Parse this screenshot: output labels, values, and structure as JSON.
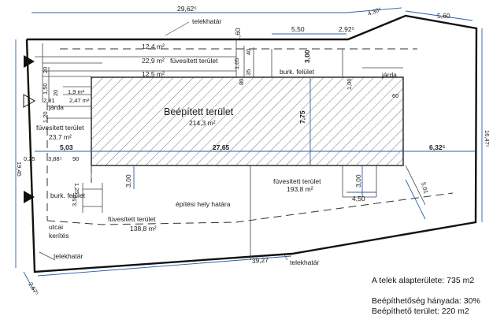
{
  "plan": {
    "dimensions": {
      "top_total": "29,62⁵",
      "top_corner": "4,30⁶",
      "top_right": "5,60",
      "top_mid_1": "5,50",
      "top_mid_2": "2,92⁵",
      "right_side": "16,47⁵",
      "left_side": "19,45",
      "bottom_total": "39,27",
      "bottom_left_corner": "2,67⁵",
      "d_1_60": "1,60",
      "d_1_40": "40",
      "d_1_05": "1,05",
      "d_35": "35",
      "d_80": "80",
      "d_3_00_top": "3,00",
      "d_1_00_top": "1,00",
      "d_60_right": "60",
      "d_7_75": "7,75",
      "d_1_50": "1,50",
      "d_20a": "20",
      "d_20b": "20",
      "d_2_81": "2,81",
      "d_1_20": "1,20",
      "d_5_03": "5,03",
      "d_27_65": "27,65",
      "d_6_32": "6,32⁵",
      "d_0_25": "0,25",
      "d_3_88": "3,88⁵",
      "d_90": "90",
      "d_3_00_mid": "3,00",
      "d_3_00_right": "3,00",
      "d_4_50": "4,50",
      "d_5_01": "5,01",
      "d_1_25": "1,25",
      "d_3_50": "3,50"
    },
    "areas": {
      "a_12_4": "12,4 m²",
      "a_22_9": "22,9 m²",
      "a_12_5": "12,5 m²",
      "a_1_9": "1,9 m²",
      "a_2_47": "2,47 m²",
      "a_23_7": "23,7 m²",
      "a_214_3": "214,3 m²",
      "a_193_8": "193,8 m²",
      "a_138_8": "138,8 m²"
    },
    "labels": {
      "telekhatar_top": "telekhatár",
      "telekhatar_left": "telekhatár",
      "telekhatar_bottom": "telekhatár",
      "fuvesitett_top": "füvesített terület",
      "burk_top": "burk. felület",
      "jarda_right": "járda",
      "jarda_left": "járda",
      "beepitett": "Beépített terület",
      "fuvesitett_left": "füvesített terület",
      "fuvesitett_right": "füvesített terület",
      "burk_left": "burk. felület",
      "epitesi_hely": "építési hely határa",
      "fuvesitett_bottom": "füvesített terület",
      "utcai": "utcai",
      "keritess": "kerítés"
    }
  },
  "info": {
    "alapterulet": "A telek alapterülete: 735 m2",
    "hanyad": "Beépíthetőség hányada: 30%",
    "beepitheto": "Beépíthető terület: 220 m2"
  }
}
